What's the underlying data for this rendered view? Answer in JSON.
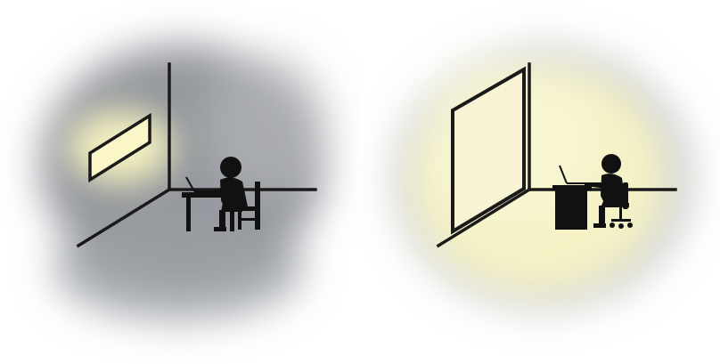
{
  "scenes": [
    {
      "id": "small-window-office",
      "window": "small",
      "ambient_color": "#8e9198",
      "glow_color": "#f2efbf",
      "desk": "open-table",
      "chair": "wooden-chair"
    },
    {
      "id": "large-window-office",
      "window": "large",
      "ambient_color": "#f5f2c6",
      "edge_color": "#c7c9cc",
      "desk": "solid-desk",
      "chair": "office-chair"
    }
  ],
  "colors": {
    "line": "#1a1a1a",
    "window_fill_left": "#fbf6c8",
    "window_fill_right": "#f7f3d4"
  }
}
